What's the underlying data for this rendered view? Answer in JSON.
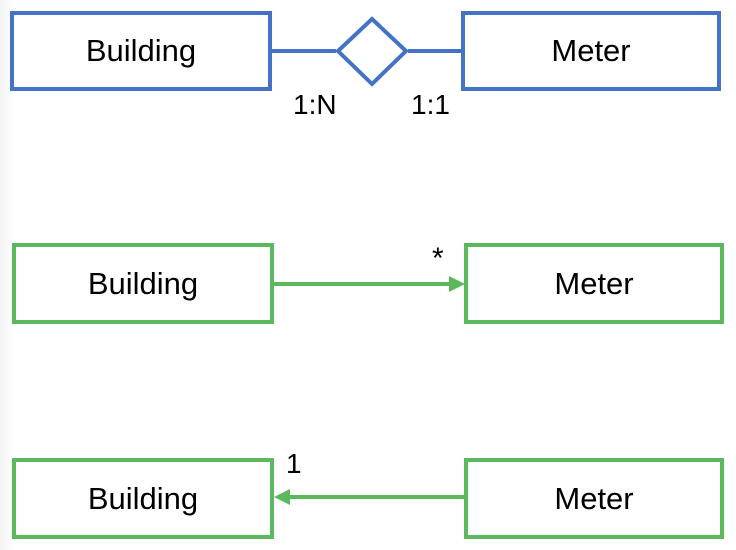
{
  "colors": {
    "er_stroke": "#4472c4",
    "uml_stroke": "#5cb85c",
    "text": "#000000"
  },
  "er_diagram": {
    "left_entity": "Building",
    "right_entity": "Meter",
    "left_cardinality": "1:N",
    "right_cardinality": "1:1"
  },
  "uml_diagram_1": {
    "source": "Building",
    "target": "Meter",
    "multiplicity": "*"
  },
  "uml_diagram_2": {
    "source": "Meter",
    "target": "Building",
    "multiplicity": "1"
  }
}
